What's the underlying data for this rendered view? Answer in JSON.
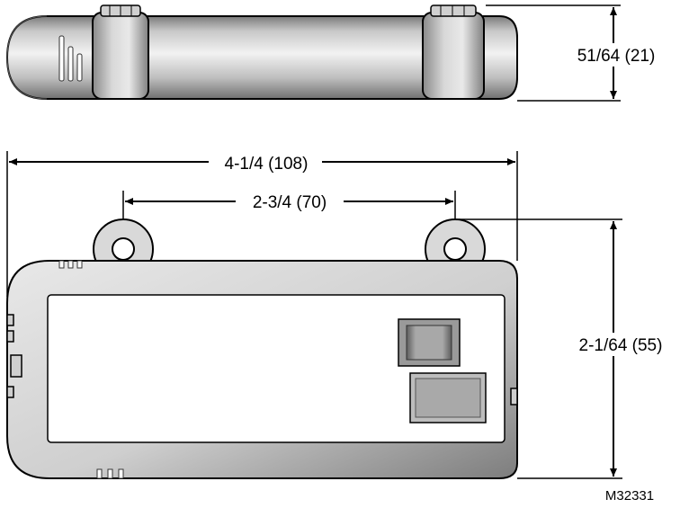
{
  "dimensions": {
    "height_top_view": "51/64 (21)",
    "overall_length": "4-1/4 (108)",
    "mounting_spacing": "2-3/4 (70)",
    "height_front_view": "2-1/64 (55)"
  },
  "figure_id": "M32331",
  "colors": {
    "line": "#000000",
    "body_light": "#e6e6e6",
    "body_dark": "#8f8f8f",
    "window_fill": "#ffffff",
    "module_fill": "#c9c9c9"
  }
}
